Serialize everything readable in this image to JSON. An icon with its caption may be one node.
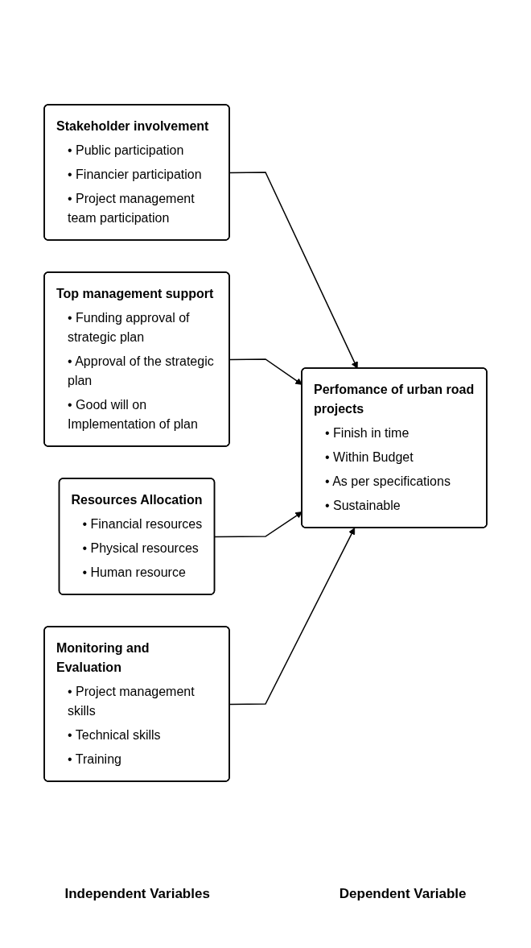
{
  "diagram": {
    "nodes": [
      {
        "text": [
          "Stakeholder involvement",
          "• Public participation",
          "• Financier participation",
          "• Project management team participation"
        ]
      },
      {
        "text": [
          "Top management support",
          "• Funding approval of strategic plan",
          "• Approval of the strategic plan",
          "• Good will on Implementation of plan"
        ]
      },
      {
        "text": [
          "Resources Allocation",
          "• Financial resources",
          "• Physical resources",
          "• Human resource"
        ]
      },
      {
        "text": [
          "Monitoring and Evaluation",
          "• Project management skills",
          "• Technical skills",
          "• Training"
        ]
      },
      {
        "text": [
          "Perfomance of urban road projects",
          "• Finish in time",
          "• Within Budget",
          "• As per specifications",
          "• Sustainable"
        ]
      }
    ],
    "edges": [
      {
        "from": 0,
        "to": 4,
        "arrow": "to"
      },
      {
        "from": 1,
        "to": 4,
        "arrow": "to"
      },
      {
        "from": 2,
        "to": 4,
        "arrow": "to"
      },
      {
        "from": 3,
        "to": 4,
        "arrow": "to"
      }
    ],
    "labels": [
      "Independent Variables",
      "Dependent Variable"
    ]
  }
}
